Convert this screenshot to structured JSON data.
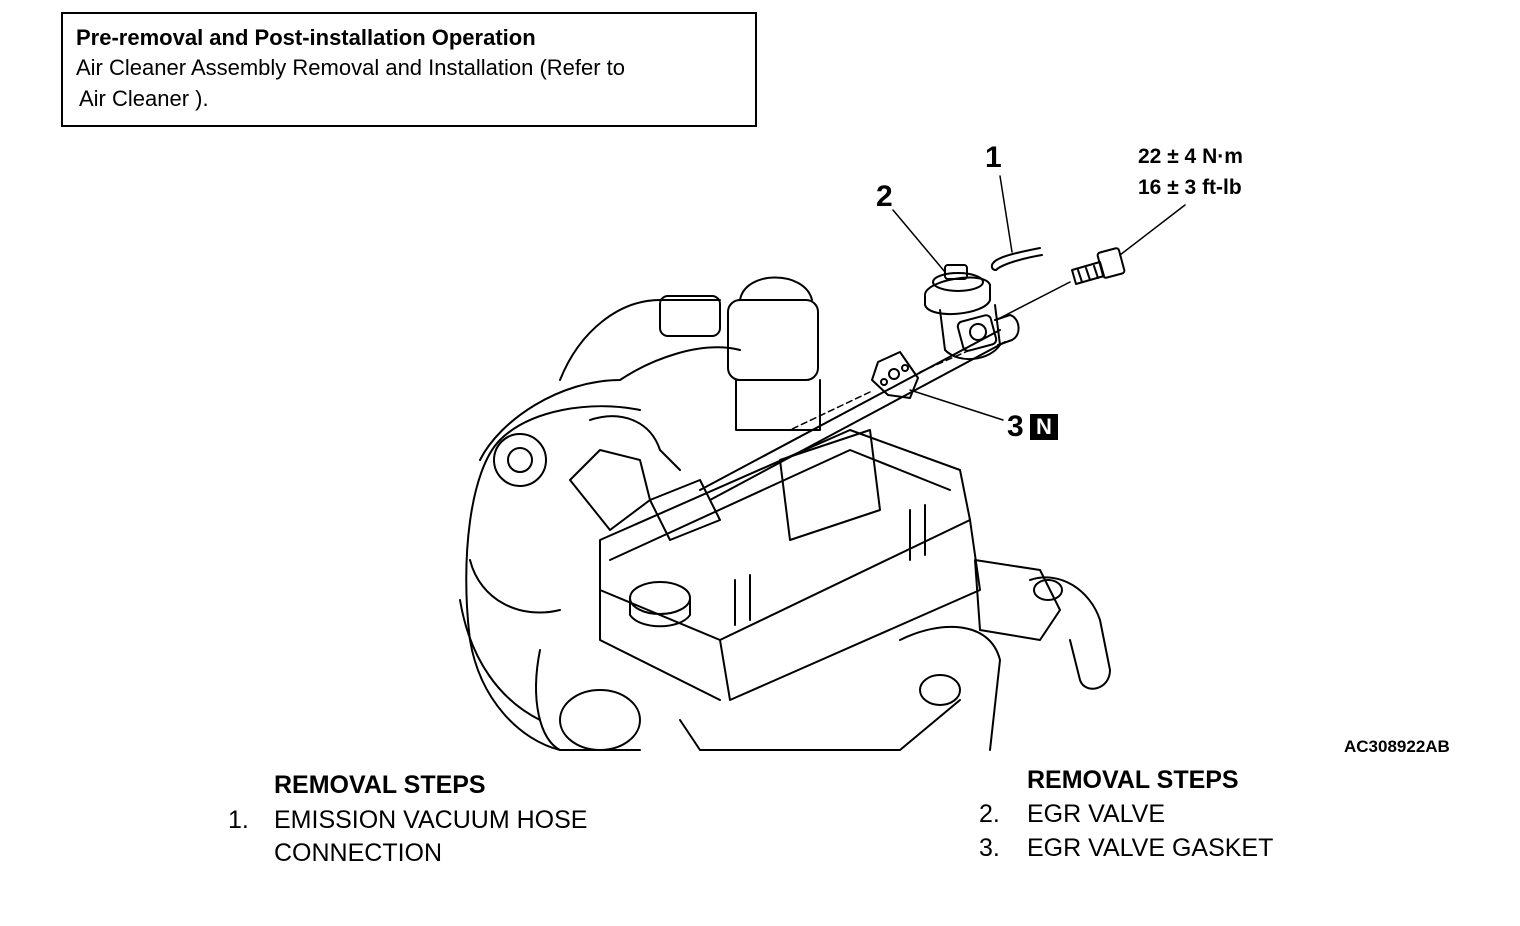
{
  "note_box": {
    "title": "Pre-removal and Post-installation Operation",
    "line1": "Air Cleaner Assembly Removal and Installation (Refer to",
    "line2": "Air Cleaner )."
  },
  "callouts": {
    "c1": "1",
    "c2": "2",
    "c3": "3",
    "c3_badge": "N"
  },
  "torque": {
    "metric": "22 ± 4 N·m",
    "imperial": "16 ± 3 ft-lb"
  },
  "figure_code": "AC308922AB",
  "left_steps": {
    "header": "REMOVAL STEPS",
    "items": [
      {
        "num": "1.",
        "line1": "EMISSION VACUUM HOSE",
        "line2": "CONNECTION"
      }
    ]
  },
  "right_steps": {
    "header": "REMOVAL STEPS",
    "items": [
      {
        "num": "2.",
        "label": "EGR VALVE"
      },
      {
        "num": "3.",
        "label": "EGR VALVE GASKET"
      }
    ]
  }
}
